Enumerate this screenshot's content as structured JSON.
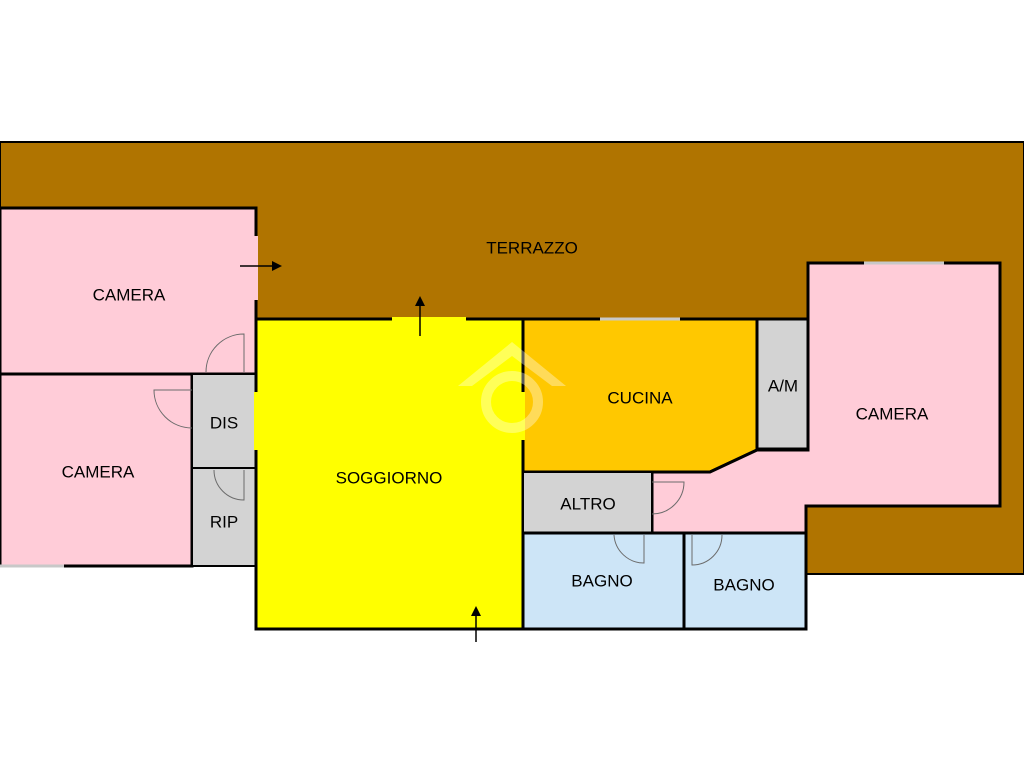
{
  "floor_plan": {
    "colors": {
      "terrace": "#b07400",
      "bedroom": "#ffccd8",
      "living": "#ffff00",
      "kitchen": "#ffc800",
      "service": "#d3d3d3",
      "bathroom": "#cde5f7"
    },
    "rooms": {
      "terrazzo": "TERRAZZO",
      "camera_top_left": "CAMERA",
      "camera_bottom_left": "CAMERA",
      "camera_right": "CAMERA",
      "dis": "DIS",
      "rip": "RIP",
      "soggiorno": "SOGGIORNO",
      "cucina": "CUCINA",
      "am": "A/M",
      "altro": "ALTRO",
      "bagno_left": "BAGNO",
      "bagno_right": "BAGNO"
    },
    "icons": {
      "entrance_arrows": [
        "arrow-right-icon",
        "arrow-up-icon",
        "arrow-up-icon"
      ],
      "watermark": "home-logo-watermark"
    }
  }
}
